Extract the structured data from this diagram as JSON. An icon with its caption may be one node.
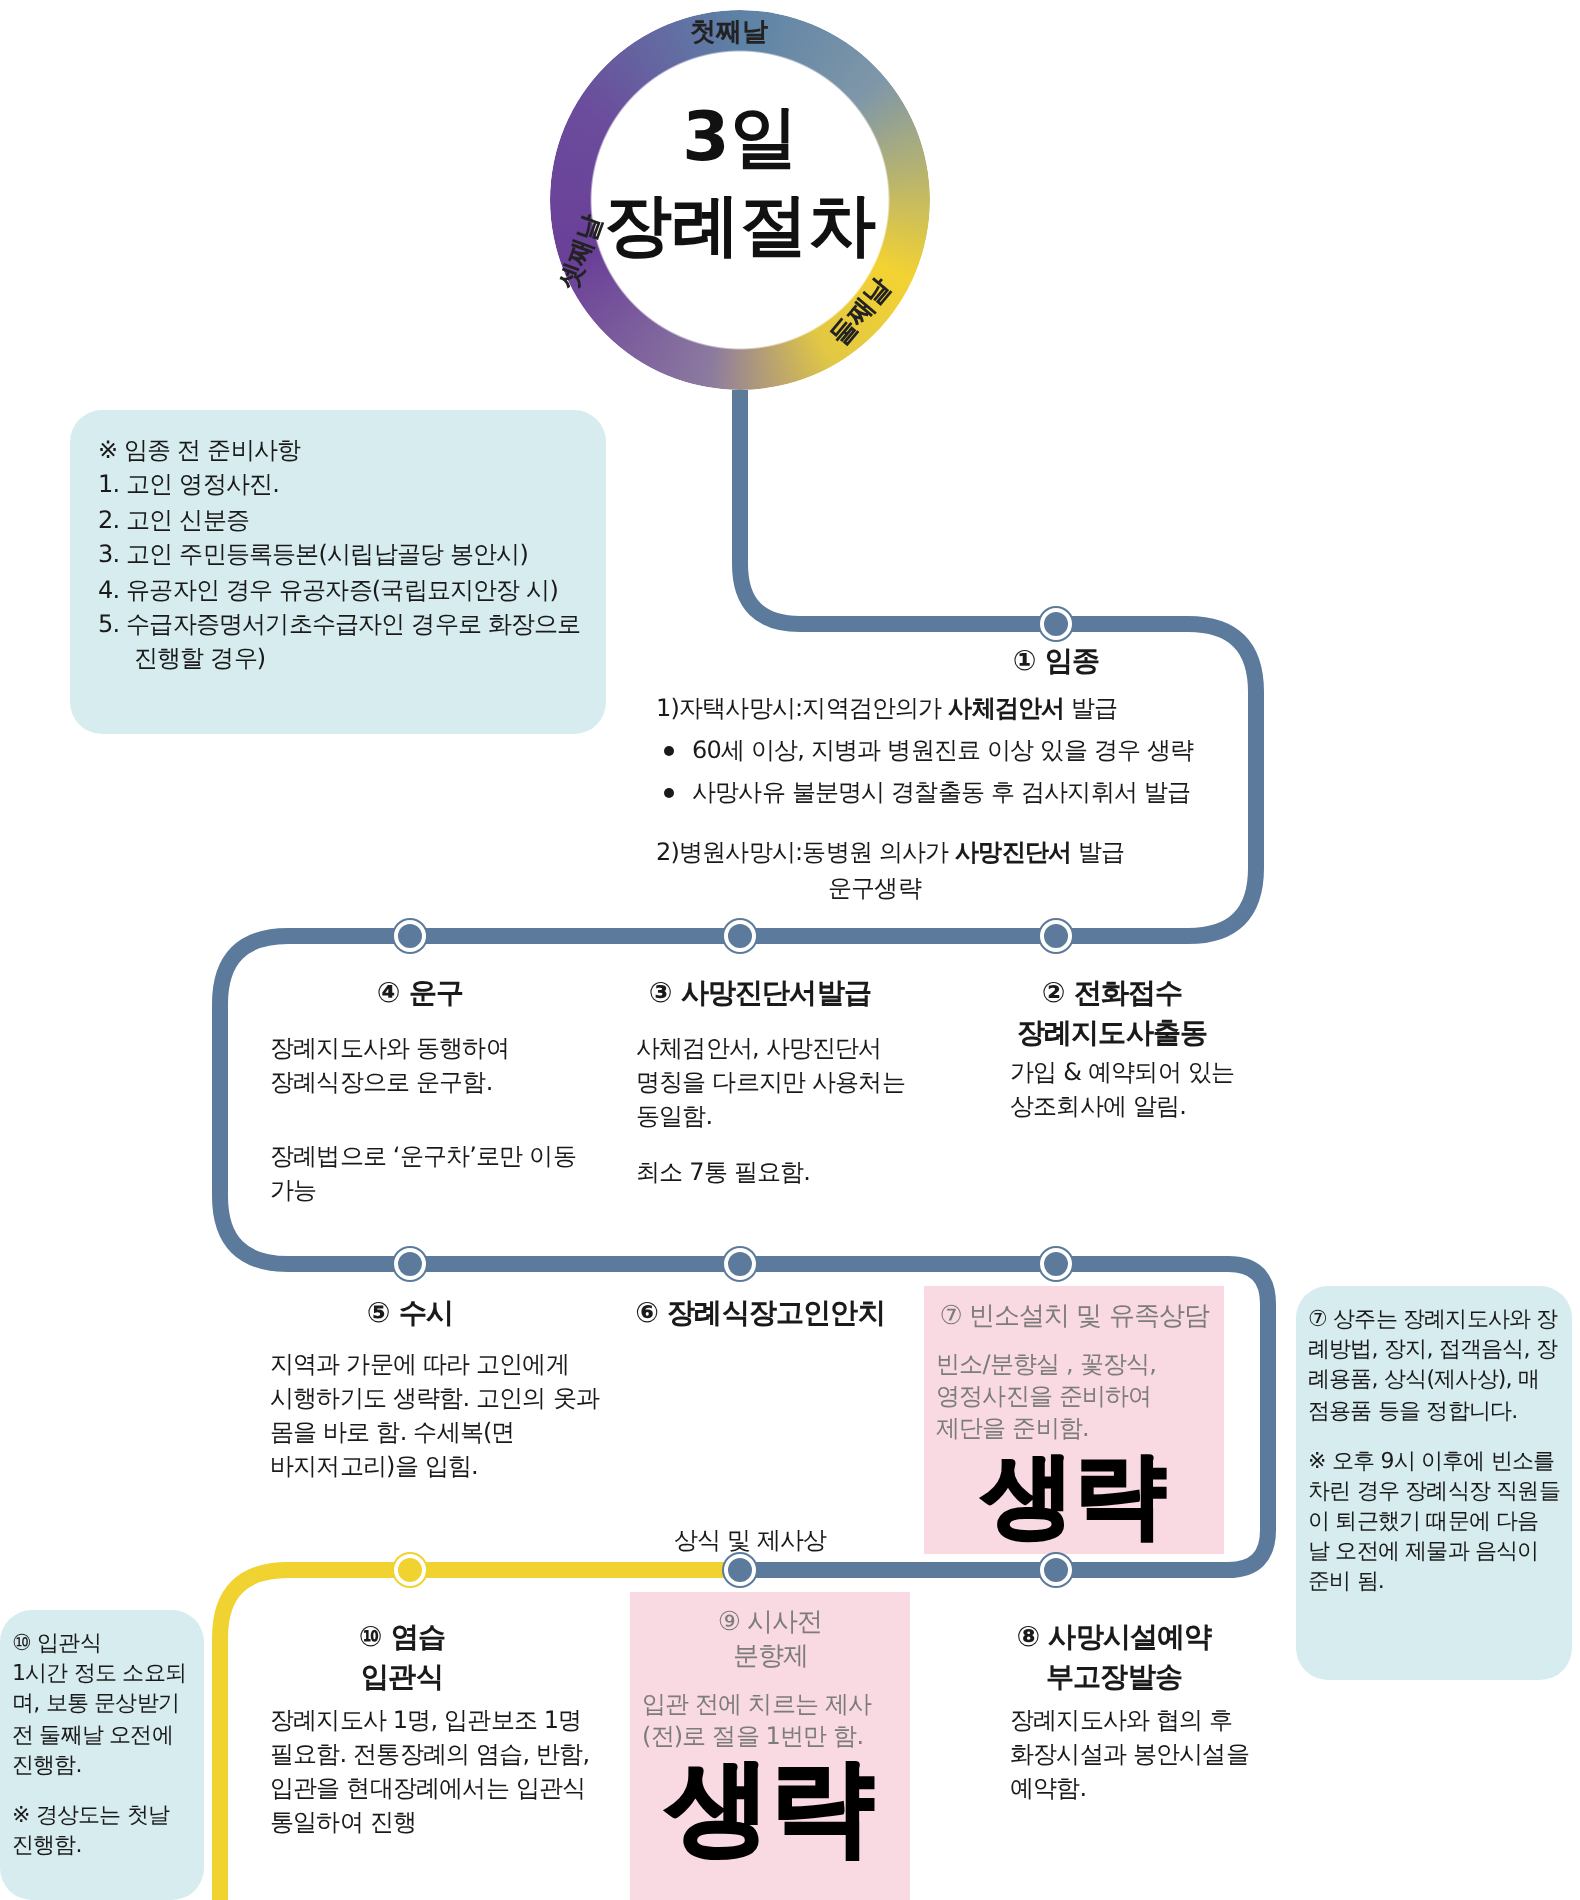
{
  "diagram": {
    "nodes": [
      {
        "text": [
          "첫째날",
          "3일 장례절차",
          "셋째날",
          "둘째날"
        ]
      },
      {
        "text": [
          "※ 임종 전 준비사항",
          "1. 고인 영정사진.",
          "2. 고인 신분증",
          "3. 고인 주민등록등본(시립납골당 봉안시)",
          "4. 유공자인 경우 유공자증(국립묘지안장 시)",
          "5. 수급자증명서기초수급자인 경우로 화장으로 진행할 경우)"
        ]
      },
      {
        "text": [],
        "shape": "circle",
        "beside": [
          "① 임종",
          "1)자택사망시:지역검안의가 **사체검안서** 발급",
          "60세 이상, 지병과 병원진료 이상 있을 경우 생략",
          "사망사유 불분명시 경찰출동 후 검사지휘서 발급",
          "2)병원사망시:동병원 의사가 **사망진단서** 발급",
          "운구생략"
        ]
      },
      {
        "text": [],
        "shape": "circle",
        "beside": [
          "④ 운구",
          "장례지도사와 동행하여 장례식장으로 운구함.",
          "장례법으로 ‘운구차’로만 이동 가능"
        ]
      },
      {
        "text": [],
        "shape": "circle",
        "beside": [
          "③ 사망진단서발급",
          "사체검안서, 사망진단서 명칭을 다르지만 사용처는 동일함.",
          "최소 7통 필요함."
        ]
      },
      {
        "text": [],
        "shape": "circle",
        "beside": [
          "② 전화접수 장례지도사출동",
          "가입 & 예약되어 있는 상조회사에 알림."
        ]
      },
      {
        "text": [],
        "shape": "circle",
        "beside": [
          "⑤ 수시",
          "지역과 가문에 따라 고인에게 시행하기도 생략함. 고인의 옷과 몸을 바로 함. 수세복(면 바지저고리)을 입힘."
        ]
      },
      {
        "text": [],
        "shape": "circle",
        "beside": [
          "⑥ 장례식장고인안치"
        ]
      },
      {
        "text": [],
        "shape": "circle"
      },
      {
        "text": [
          "⑦ 빈소설치 및 유족상담",
          "빈소/분향실 , 꽃장식, 영정사진을 준비하여 제단을 준비함.",
          "생략"
        ]
      },
      {
        "text": [
          "⑦ 상주는 장례지도사와 장례방법, 장지, 접객음식, 장례용품, 상식(제사상), 매점용품 등을 정합니다.",
          "※ 오후 9시 이후에 빈소를 차린 경우 장례식장 직원들이 퇴근했기 때문에 다음 날 오전에 제물과 음식이 준비 됨."
        ]
      },
      {
        "text": [],
        "shape": "circle",
        "beside": [
          "⑩ 염습 입관식",
          "장례지도사 1명, 입관보조 1명 필요함. 전통장례의 염습, 반함, 입관을 현대장례에서는 입관식 통일하여 진행"
        ]
      },
      {
        "text": [],
        "shape": "circle"
      },
      {
        "text": [],
        "shape": "circle",
        "beside": [
          "⑧ 사망시설예약 부고장발송",
          "장례지도사와 협의 후 화장시설과 봉안시설을 예약함."
        ]
      },
      {
        "text": [
          "⑩ 입관식",
          "1시간 정도 소요되며, 보통 문상받기 전 둘째날 오전에 진행함.",
          "※ 경상도는 첫날 진행함."
        ]
      },
      {
        "text": [
          "⑨ 시사전 분향제",
          "입관 전에 치르는 제사(전)로 절을 1번만 함.",
          "생략"
        ]
      }
    ],
    "edges": [
      {
        "from": 0,
        "to": 2,
        "arrow": "none"
      },
      {
        "from": 2,
        "to": 5,
        "arrow": "none"
      },
      {
        "from": 5,
        "to": 4,
        "arrow": "none"
      },
      {
        "from": 4,
        "to": 3,
        "arrow": "none"
      },
      {
        "from": 3,
        "to": 6,
        "arrow": "none"
      },
      {
        "from": 6,
        "to": 7,
        "arrow": "none"
      },
      {
        "from": 7,
        "to": 8,
        "arrow": "none"
      },
      {
        "from": 8,
        "to": 13,
        "arrow": "none"
      },
      {
        "from": 13,
        "to": 12,
        "arrow": "none"
      },
      {
        "from": 12,
        "to": 11,
        "arrow": "none",
        "color": "#f0d230"
      },
      {
        "from": 11,
        "to": null,
        "arrow": "none",
        "color": "#f0d230"
      }
    ],
    "labels": [
      "상식 및 제사상"
    ]
  }
}
